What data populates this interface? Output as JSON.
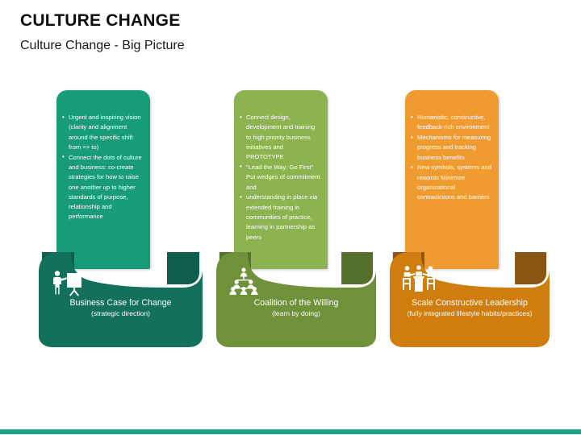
{
  "header": {
    "title": "CULTURE CHANGE",
    "subtitle": "Culture Change - Big Picture"
  },
  "theme": {
    "teal": "#189b78",
    "teal_dark": "#13705a",
    "teal_fold": "#0e5e4c",
    "green": "#8cb350",
    "green_dark": "#6f9139",
    "green_fold": "#55702b",
    "orange": "#ef9b2f",
    "orange_dark": "#cf7d0e",
    "orange_fold": "#8a5412",
    "bottom_bar": "#1fa183",
    "text_light": "#ffffff",
    "title_color": "#0d0d0d"
  },
  "bottom_bar": {
    "color": "#1fa183"
  },
  "pillars": [
    {
      "id": "business-case-for-change",
      "color": "#189b78",
      "banner_color": "#13705a",
      "fold_color": "#0e5e4c",
      "icon": "presenter-whiteboard-icon",
      "title": "Business Case for Change",
      "subtitle": "(strategic direction)",
      "bullets": [
        "Urgent and inspiring vision (clarity and alignment around the specific shift from => to)",
        "Connect the dots of culture and business: co-create strategies for how to raise one another up to higher standards of purpose, relationship and performance"
      ]
    },
    {
      "id": "coalition-of-the-willing",
      "color": "#8cb350",
      "banner_color": "#6f9139",
      "fold_color": "#55702b",
      "icon": "org-hierarchy-people-icon",
      "title": "Coalition of the Willing",
      "subtitle": "(learn by doing)",
      "bullets": [
        "Connect design, development and training to high priority business initiatives and PROTOTYPE",
        "\"Lead the Way: Go First\" Put wedges of commitment and",
        "understanding in place via extended training in communities of practice, learning in partnership as peers"
      ]
    },
    {
      "id": "scale-constructive-leadership",
      "color": "#ef9b2f",
      "banner_color": "#cf7d0e",
      "fold_color": "#8a5412",
      "icon": "meeting-table-people-icon",
      "title": "Scale Constructive Leadership",
      "subtitle": "(fully integrated lifestyle habits/practices)",
      "bullets": [
        "Humanistic, constructive, feedback-rich environment",
        "Mechanisms for measuring progress and tracking business benefits",
        "New symbols, systems and rewards Minimize organizational contradictions and barriers"
      ]
    }
  ]
}
